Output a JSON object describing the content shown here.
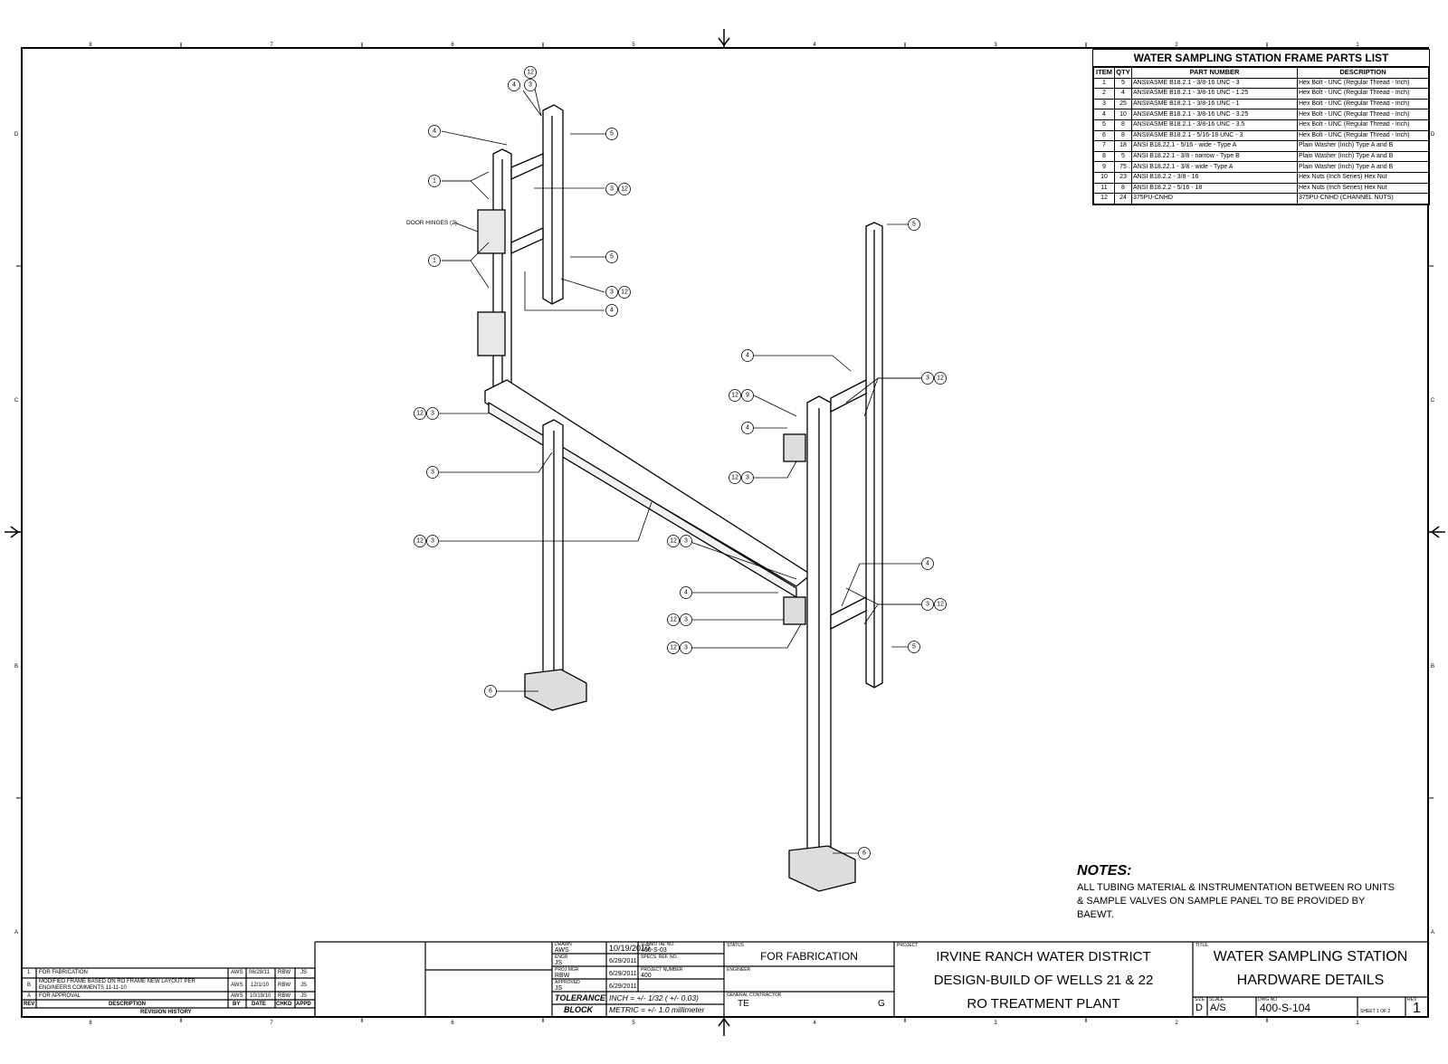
{
  "parts_list": {
    "title": "WATER SAMPLING STATION FRAME PARTS LIST",
    "headers": [
      "ITEM",
      "QTY",
      "PART NUMBER",
      "DESCRIPTION"
    ],
    "rows": [
      [
        "1",
        "5",
        "ANSI/ASME B18.2.1 - 3/8-16 UNC - 3",
        "Hex Bolt - UNC (Regular Thread - Inch)"
      ],
      [
        "2",
        "4",
        "ANSI/ASME B18.2.1 - 3/8-16 UNC - 1.25",
        "Hex Bolt - UNC (Regular Thread - Inch)"
      ],
      [
        "3",
        "25",
        "ANSI/ASME B18.2.1 - 3/8-16 UNC - 1",
        "Hex Bolt - UNC (Regular Thread - Inch)"
      ],
      [
        "4",
        "10",
        "ANSI/ASME B18.2.1 - 3/8-16 UNC - 3.25",
        "Hex Bolt - UNC (Regular Thread - Inch)"
      ],
      [
        "5",
        "8",
        "ANSI/ASME B18.2.1 - 3/8-16 UNC - 3.5",
        "Hex Bolt - UNC (Regular Thread - Inch)"
      ],
      [
        "6",
        "8",
        "ANSI/ASME B18.2.1 - 5/16-18 UNC - 3",
        "Hex Bolt - UNC (Regular Thread - Inch)"
      ],
      [
        "7",
        "18",
        "ANSI B18.22.1 - 5/16 - wide - Type A",
        "Plain Washer (Inch) Type A and B"
      ],
      [
        "8",
        "5",
        "ANSI B18.22.1 - 3/8 - narrow - Type B",
        "Plain Washer (Inch) Type A and B"
      ],
      [
        "9",
        "75",
        "ANSI B18.22.1 - 3/8 - wide - Type A",
        "Plain Washer (Inch) Type A and B"
      ],
      [
        "10",
        "23",
        "ANSI B18.2.2 - 3/8 - 16",
        "Hex Nuts (Inch Series) Hex Nut"
      ],
      [
        "11",
        "8",
        "ANSI B18.2.2 - 5/16 - 18",
        "Hex Nuts (Inch Series) Hex Nut"
      ],
      [
        "12",
        "24",
        "375PU-CNHD",
        "375PU-CNHD (CHANNEL NUTS)"
      ]
    ]
  },
  "drawing": {
    "door_hinges_label": "DOOR HINGES (2)",
    "balloons": {
      "b1": "1",
      "b3": "3",
      "b4": "4",
      "b5": "5",
      "b6": "6",
      "b9": "9",
      "b12": "12"
    }
  },
  "notes": {
    "title": "NOTES:",
    "lines": [
      "ALL TUBING MATERIAL & INSTRUMENTATION BETWEEN RO UNITS",
      "& SAMPLE VALVES ON SAMPLE PANEL TO BE PROVIDED BY",
      "BAEWT."
    ]
  },
  "zones": {
    "columns": [
      "8",
      "7",
      "6",
      "5",
      "4",
      "3",
      "2",
      "1"
    ],
    "rows": [
      "D",
      "C",
      "B",
      "A"
    ]
  },
  "revision_history": {
    "title": "REVISION HISTORY",
    "headers": [
      "REV",
      "DESCRIPTION",
      "BY",
      "DATE",
      "CHKD",
      "APPD"
    ],
    "rows": [
      [
        "1",
        "FOR FABRICATION",
        "AWS",
        "06/29/11",
        "RBW",
        "JS"
      ],
      [
        "B",
        "MODIFIED FRAME BASED ON RO FRAME NEW LAYOUT PER ENGINEERS COMMENTS 11-11-10",
        "AWS",
        "12/1/10",
        "RBW",
        "JS"
      ],
      [
        "A",
        "FOR APPROVAL",
        "AWS",
        "10/19/10",
        "RBW",
        "JS"
      ]
    ]
  },
  "title_block": {
    "drawn_label": "DRAWN",
    "drawn_by": "AWS",
    "drawn_date": "10/19/2010",
    "submittal_label": "SUBMITTAL NO.",
    "submittal_no": "400-S-03",
    "engr_label": "ENGR",
    "engr_by": "JS",
    "engr_date": "6/29/2011",
    "specs_label": "SPECS. REF. NO.",
    "projmgr_label": "PROJ MGR",
    "projmgr_by": "RBW",
    "projmgr_date": "6/29/2011",
    "project_number_label": "PROJECT NUMBER",
    "project_number": "400",
    "approved_label": "APPROVED",
    "approved_by": "JS",
    "approved_date": "6/29/2011",
    "tolerance_label_1": "TOLERANCE",
    "tolerance_label_2": "BLOCK",
    "tolerance_inch": "INCH = +/- 1/32 ( +/- 0.03)",
    "tolerance_metric": "METRIC = +/- 1.0 millimeter",
    "status_label": "STATUS",
    "status": "FOR FABRICATION",
    "engineer_label": "ENGINEER",
    "gc_label": "GENERAL CONTRACTOR",
    "gc_left": "TE",
    "gc_right": "G",
    "project_label": "PROJECT",
    "project_line1": "IRVINE RANCH WATER DISTRICT",
    "project_line2": "DESIGN-BUILD OF WELLS 21 & 22",
    "project_line3": "RO TREATMENT PLANT",
    "title_label": "TITLE",
    "title_line1": "WATER SAMPLING STATION",
    "title_line2": "HARDWARE DETAILS",
    "size_label": "SIZE",
    "size": "D",
    "scale_label": "SCALE",
    "scale": "A/S",
    "dwg_label": "DWG NO",
    "dwg_no": "400-S-104",
    "sheet_label": "SHEET 1  OF 2",
    "rev_label": "REV",
    "rev": "1"
  }
}
